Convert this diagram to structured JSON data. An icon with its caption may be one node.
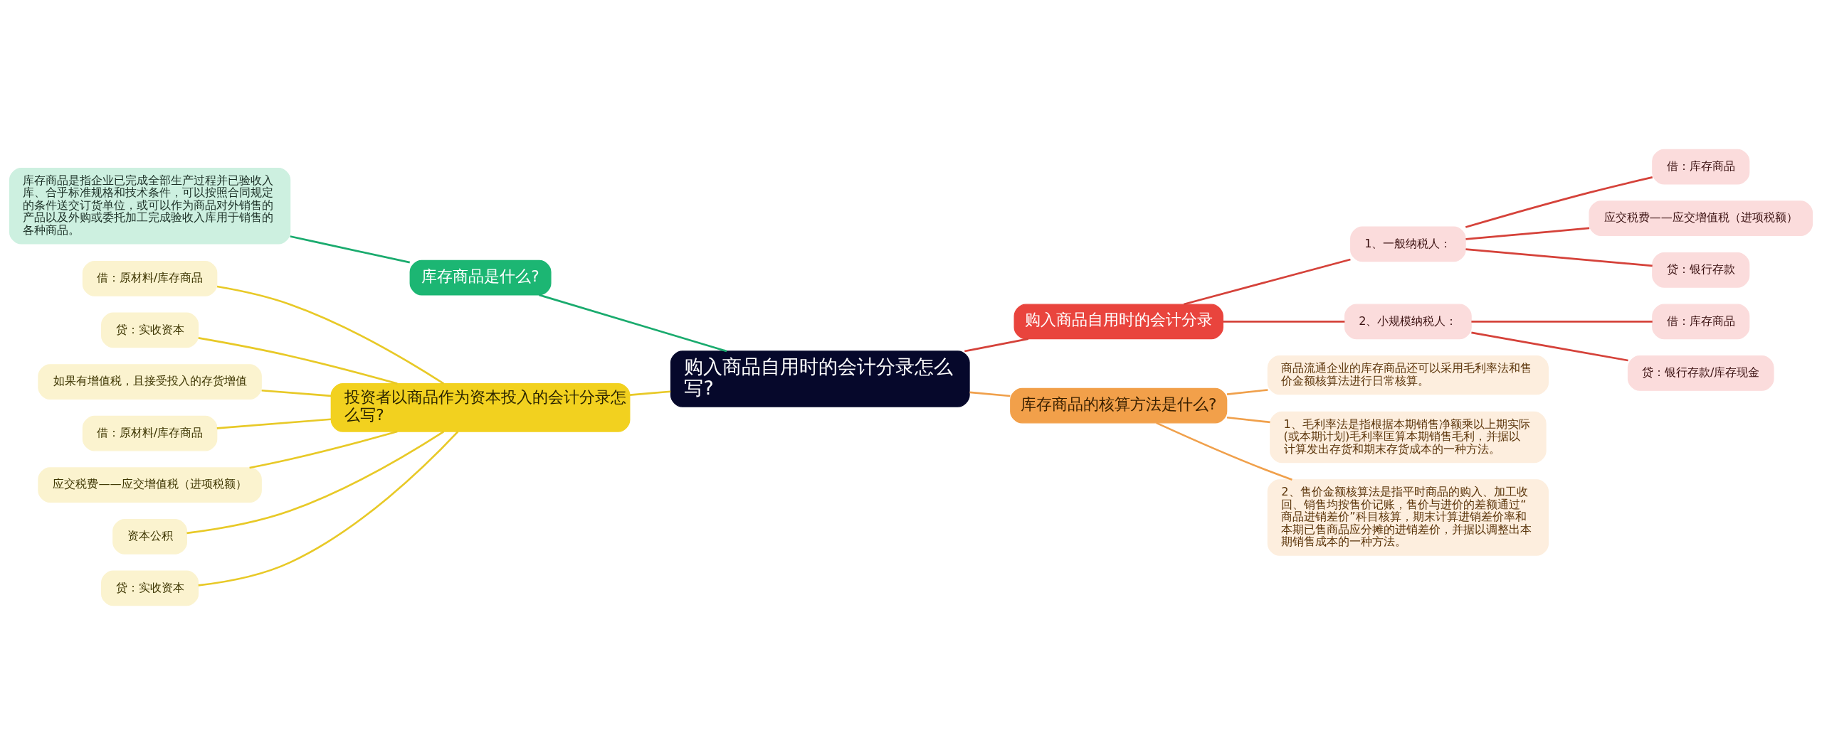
{
  "diagram": {
    "nodes": [
      {
        "text": [
          "购入商品自用时的会计分录怎么写?"
        ]
      },
      {
        "text": [
          "库存商品是什么?"
        ]
      },
      {
        "text": [
          "库存商品是指企业已完成全部生产过程并已验收入库、合乎标准规格和技术条件，可以按照合同规定的条件送交订货单位，或可以作为商品对外销售的产品以及外购或委托加工完成验收入库用于销售的各种商品。"
        ]
      },
      {
        "text": [
          "投资者以商品作为资本投入的会计分录怎么写?"
        ]
      },
      {
        "text": [
          "借：原材料/库存商品"
        ]
      },
      {
        "text": [
          "贷：实收资本"
        ]
      },
      {
        "text": [
          "如果有增值税，且接受投入的存货增值"
        ]
      },
      {
        "text": [
          "借：原材料/库存商品"
        ]
      },
      {
        "text": [
          "应交税费——应交增值税（进项税额）"
        ]
      },
      {
        "text": [
          "资本公积"
        ]
      },
      {
        "text": [
          "贷：实收资本"
        ]
      },
      {
        "text": [
          "购入商品自用时的会计分录"
        ]
      },
      {
        "text": [
          "1、一般纳税人："
        ]
      },
      {
        "text": [
          "借：库存商品"
        ]
      },
      {
        "text": [
          "应交税费——应交增值税（进项税额）"
        ]
      },
      {
        "text": [
          "贷：银行存款"
        ]
      },
      {
        "text": [
          "2、小规模纳税人："
        ]
      },
      {
        "text": [
          "借：库存商品"
        ]
      },
      {
        "text": [
          "贷：银行存款/库存现金"
        ]
      },
      {
        "text": [
          "库存商品的核算方法是什么?"
        ]
      },
      {
        "text": [
          "商品流通企业的库存商品还可以采用毛利率法和售价金额核算法进行日常核算。"
        ]
      },
      {
        "text": [
          "1、毛利率法是指根据本期销售净额乘以上期实际(或本期计划)毛利率匡算本期销售毛利，并据以计算发出存货和期末存货成本的一种方法。"
        ]
      },
      {
        "text": [
          "2、售价金额核算法是指平时商品的购入、加工收回、销售均按售价记账，售价与进价的差额通过“商品进销差价”科目核算，期末计算进销差价率和本期已售商品应分摊的进销差价，并据以调整出本期销售成本的一种方法。"
        ]
      }
    ],
    "edges": [
      {
        "from": 0,
        "to": 1,
        "arrow": "none",
        "color": "#1aab6e"
      },
      {
        "from": 1,
        "to": 2,
        "arrow": "none",
        "color": "#1aab6e"
      },
      {
        "from": 0,
        "to": 3,
        "arrow": "none",
        "color": "#e8c927"
      },
      {
        "from": 3,
        "to": 4,
        "arrow": "none",
        "color": "#e8c927"
      },
      {
        "from": 3,
        "to": 5,
        "arrow": "none",
        "color": "#e8c927"
      },
      {
        "from": 3,
        "to": 6,
        "arrow": "none",
        "color": "#e8c927"
      },
      {
        "from": 3,
        "to": 7,
        "arrow": "none",
        "color": "#e8c927"
      },
      {
        "from": 3,
        "to": 8,
        "arrow": "none",
        "color": "#e8c927"
      },
      {
        "from": 3,
        "to": 9,
        "arrow": "none",
        "color": "#e8c927"
      },
      {
        "from": 3,
        "to": 10,
        "arrow": "none",
        "color": "#e8c927"
      },
      {
        "from": 0,
        "to": 11,
        "arrow": "none",
        "color": "#d5423a"
      },
      {
        "from": 11,
        "to": 12,
        "arrow": "none",
        "color": "#d5423a"
      },
      {
        "from": 12,
        "to": 13,
        "arrow": "none",
        "color": "#d5423a"
      },
      {
        "from": 12,
        "to": 14,
        "arrow": "none",
        "color": "#d5423a"
      },
      {
        "from": 12,
        "to": 15,
        "arrow": "none",
        "color": "#d5423a"
      },
      {
        "from": 11,
        "to": 16,
        "arrow": "none",
        "color": "#d5423a"
      },
      {
        "from": 16,
        "to": 17,
        "arrow": "none",
        "color": "#d5423a"
      },
      {
        "from": 16,
        "to": 18,
        "arrow": "none",
        "color": "#d5423a"
      },
      {
        "from": 0,
        "to": 19,
        "arrow": "none",
        "color": "#f0a04b"
      },
      {
        "from": 19,
        "to": 20,
        "arrow": "none",
        "color": "#f0a04b"
      },
      {
        "from": 19,
        "to": 21,
        "arrow": "none",
        "color": "#f0a04b"
      },
      {
        "from": 19,
        "to": 22,
        "arrow": "none",
        "color": "#f0a04b"
      }
    ]
  }
}
